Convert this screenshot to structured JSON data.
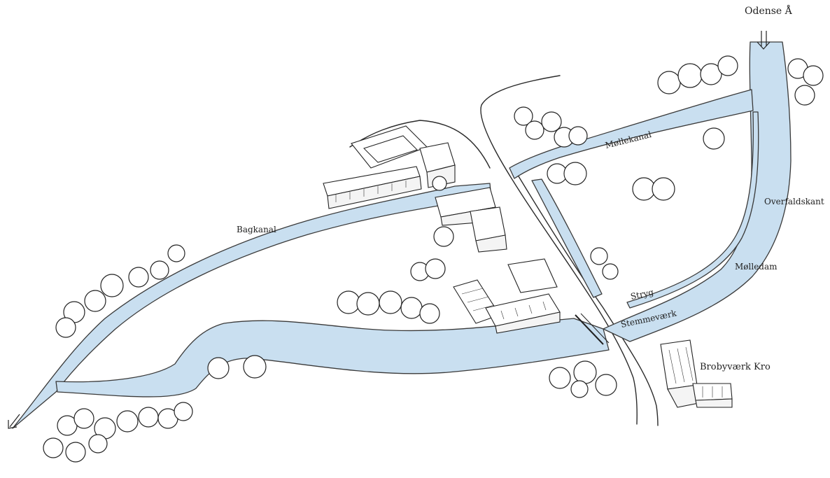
{
  "labels": {
    "river": "Odense Å",
    "mill_canal": "Møllekanal",
    "overflow_edge": "Overfaldskant",
    "mill_pond": "Mølledam",
    "stryg": "Stryg",
    "dam_works": "Stemmeværk",
    "back_canal": "Bagkanal",
    "inn": "Brobyværk Kro"
  },
  "icons": {
    "inflow_arrow": "down-arrow-icon",
    "outflow_arrow": "down-left-arrow-icon"
  },
  "colors": {
    "water": "#c9dff0",
    "ink": "#222222"
  }
}
